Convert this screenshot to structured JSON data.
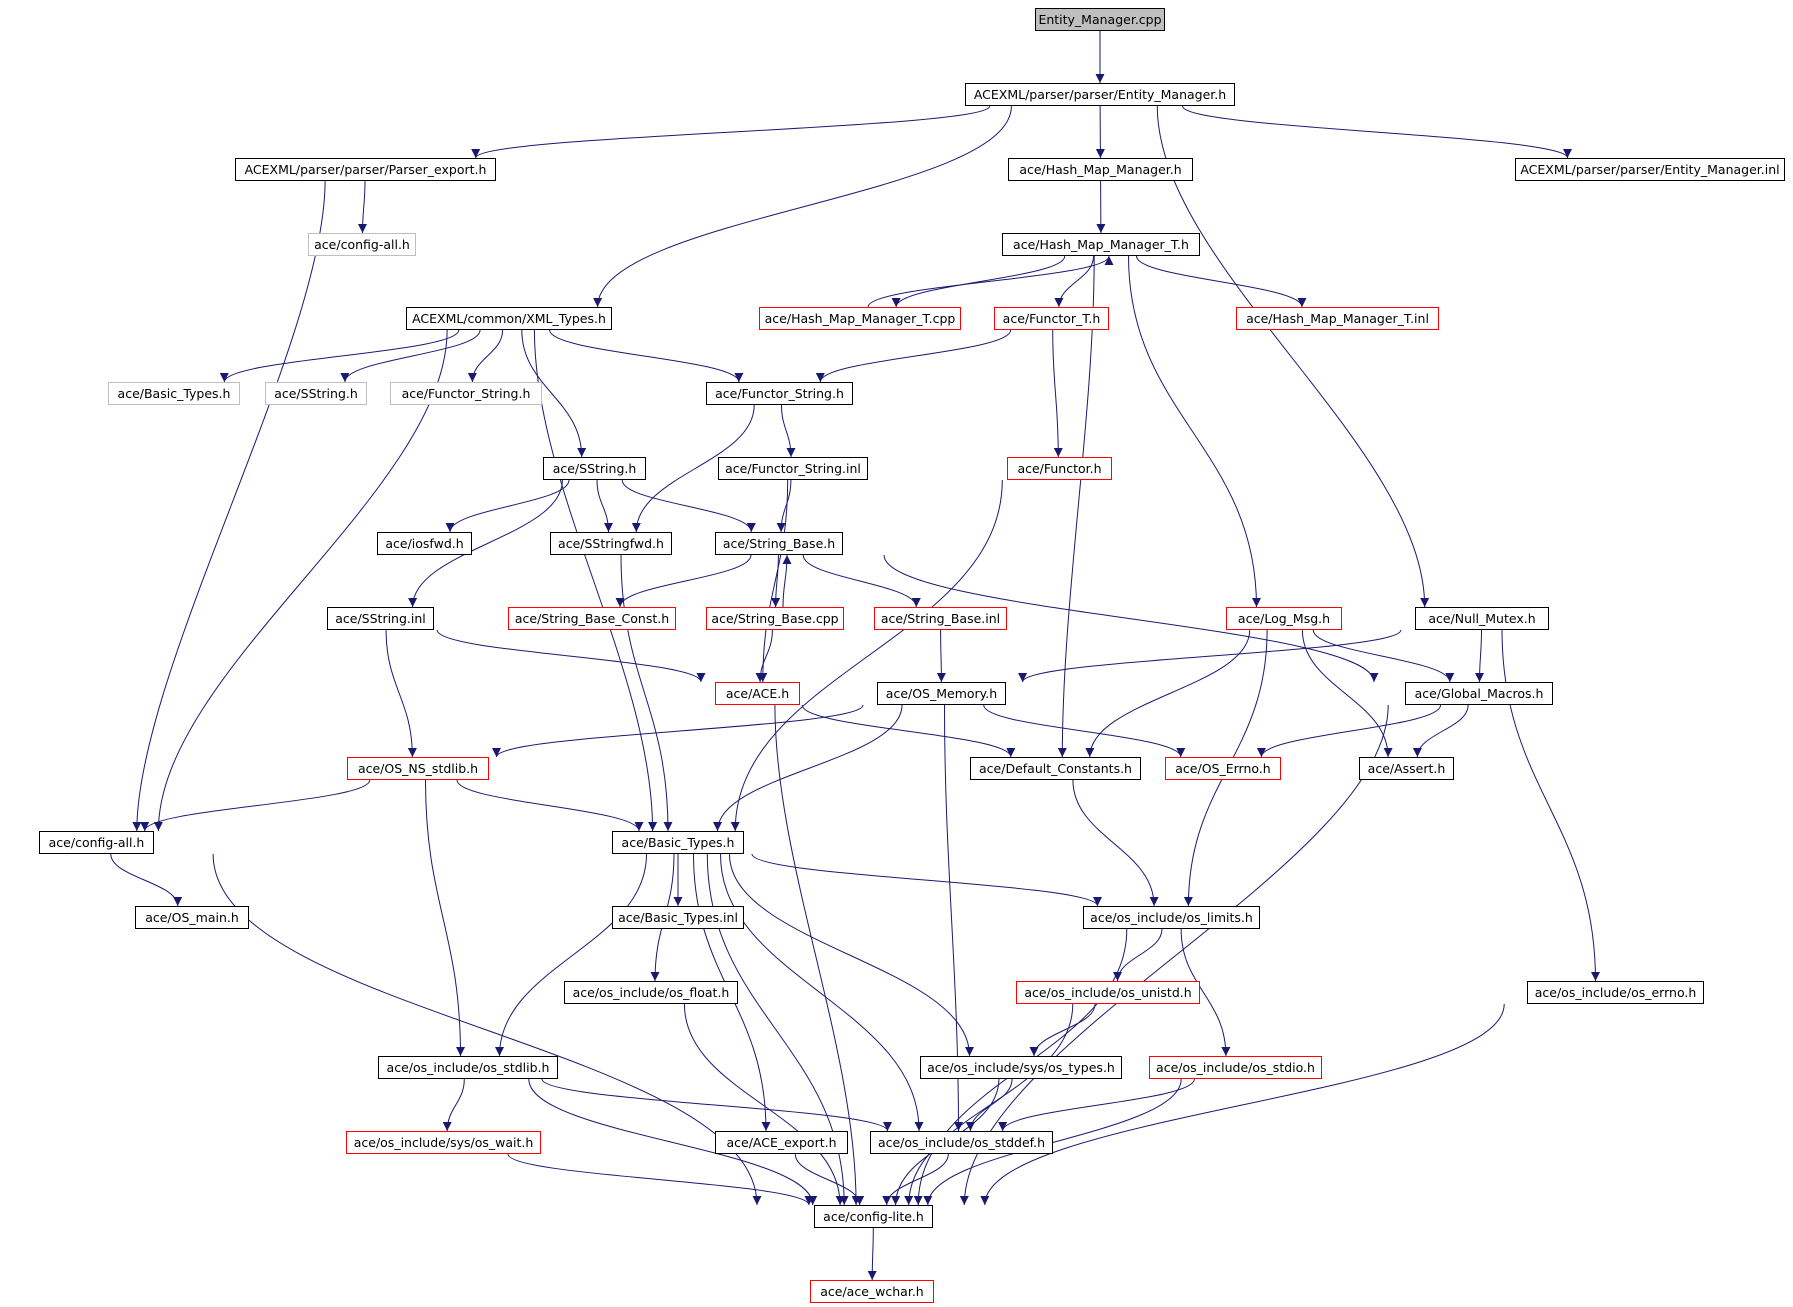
{
  "graph": {
    "nodes": [
      {
        "id": "entity_manager_cpp",
        "label": "Entity_Manager.cpp",
        "style": "root"
      },
      {
        "id": "entity_manager_h",
        "label": "ACEXML/parser/parser/Entity_Manager.h",
        "style": "normal"
      },
      {
        "id": "parser_export_h",
        "label": "ACEXML/parser/parser/Parser_export.h",
        "style": "normal"
      },
      {
        "id": "hash_map_manager_h",
        "label": "ace/Hash_Map_Manager.h",
        "style": "normal"
      },
      {
        "id": "entity_manager_inl",
        "label": "ACEXML/parser/parser/Entity_Manager.inl",
        "style": "normal"
      },
      {
        "id": "config_all_gray",
        "label": "ace/config-all.h",
        "style": "gray"
      },
      {
        "id": "hash_map_manager_t_h",
        "label": "ace/Hash_Map_Manager_T.h",
        "style": "normal"
      },
      {
        "id": "xml_types_h",
        "label": "ACEXML/common/XML_Types.h",
        "style": "normal"
      },
      {
        "id": "hash_map_manager_t_cpp",
        "label": "ace/Hash_Map_Manager_T.cpp",
        "style": "red"
      },
      {
        "id": "functor_t_h",
        "label": "ace/Functor_T.h",
        "style": "red"
      },
      {
        "id": "hash_map_manager_t_inl",
        "label": "ace/Hash_Map_Manager_T.inl",
        "style": "red"
      },
      {
        "id": "basic_types_gray",
        "label": "ace/Basic_Types.h",
        "style": "gray"
      },
      {
        "id": "sstring_gray",
        "label": "ace/SString.h",
        "style": "gray"
      },
      {
        "id": "functor_string_gray",
        "label": "ace/Functor_String.h",
        "style": "gray"
      },
      {
        "id": "functor_string_h",
        "label": "ace/Functor_String.h",
        "style": "normal"
      },
      {
        "id": "sstring_h",
        "label": "ace/SString.h",
        "style": "normal"
      },
      {
        "id": "functor_string_inl",
        "label": "ace/Functor_String.inl",
        "style": "normal"
      },
      {
        "id": "functor_h",
        "label": "ace/Functor.h",
        "style": "red"
      },
      {
        "id": "iosfwd_h",
        "label": "ace/iosfwd.h",
        "style": "normal"
      },
      {
        "id": "sstringfwd_h",
        "label": "ace/SStringfwd.h",
        "style": "normal"
      },
      {
        "id": "string_base_h",
        "label": "ace/String_Base.h",
        "style": "normal"
      },
      {
        "id": "sstring_inl",
        "label": "ace/SString.inl",
        "style": "normal"
      },
      {
        "id": "string_base_const_h",
        "label": "ace/String_Base_Const.h",
        "style": "red"
      },
      {
        "id": "string_base_cpp",
        "label": "ace/String_Base.cpp",
        "style": "red"
      },
      {
        "id": "string_base_inl",
        "label": "ace/String_Base.inl",
        "style": "red"
      },
      {
        "id": "log_msg_h",
        "label": "ace/Log_Msg.h",
        "style": "red"
      },
      {
        "id": "null_mutex_h",
        "label": "ace/Null_Mutex.h",
        "style": "normal"
      },
      {
        "id": "ace_h",
        "label": "ace/ACE.h",
        "style": "red"
      },
      {
        "id": "os_memory_h",
        "label": "ace/OS_Memory.h",
        "style": "normal"
      },
      {
        "id": "global_macros_h",
        "label": "ace/Global_Macros.h",
        "style": "normal"
      },
      {
        "id": "os_ns_stdlib_h",
        "label": "ace/OS_NS_stdlib.h",
        "style": "red"
      },
      {
        "id": "default_constants_h",
        "label": "ace/Default_Constants.h",
        "style": "normal"
      },
      {
        "id": "os_errno_h",
        "label": "ace/OS_Errno.h",
        "style": "red"
      },
      {
        "id": "assert_h",
        "label": "ace/Assert.h",
        "style": "normal"
      },
      {
        "id": "config_all_h",
        "label": "ace/config-all.h",
        "style": "normal"
      },
      {
        "id": "basic_types_h",
        "label": "ace/Basic_Types.h",
        "style": "normal"
      },
      {
        "id": "os_main_h",
        "label": "ace/OS_main.h",
        "style": "normal"
      },
      {
        "id": "basic_types_inl",
        "label": "ace/Basic_Types.inl",
        "style": "normal"
      },
      {
        "id": "os_limits_h",
        "label": "ace/os_include/os_limits.h",
        "style": "normal"
      },
      {
        "id": "os_float_h",
        "label": "ace/os_include/os_float.h",
        "style": "normal"
      },
      {
        "id": "os_unistd_h",
        "label": "ace/os_include/os_unistd.h",
        "style": "red"
      },
      {
        "id": "os_errno_inc_h",
        "label": "ace/os_include/os_errno.h",
        "style": "normal"
      },
      {
        "id": "os_stdlib_h",
        "label": "ace/os_include/os_stdlib.h",
        "style": "normal"
      },
      {
        "id": "os_types_h",
        "label": "ace/os_include/sys/os_types.h",
        "style": "normal"
      },
      {
        "id": "os_stdio_h",
        "label": "ace/os_include/os_stdio.h",
        "style": "red"
      },
      {
        "id": "os_wait_h",
        "label": "ace/os_include/sys/os_wait.h",
        "style": "red"
      },
      {
        "id": "ace_export_h",
        "label": "ace/ACE_export.h",
        "style": "normal"
      },
      {
        "id": "os_stddef_h",
        "label": "ace/os_include/os_stddef.h",
        "style": "normal"
      },
      {
        "id": "config_lite_h",
        "label": "ace/config-lite.h",
        "style": "normal"
      },
      {
        "id": "ace_wchar_h",
        "label": "ace/ace_wchar.h",
        "style": "red"
      }
    ],
    "edges": [
      [
        "entity_manager_cpp",
        "entity_manager_h"
      ],
      [
        "entity_manager_h",
        "parser_export_h"
      ],
      [
        "entity_manager_h",
        "hash_map_manager_h"
      ],
      [
        "entity_manager_h",
        "entity_manager_inl"
      ],
      [
        "entity_manager_h",
        "xml_types_h"
      ],
      [
        "entity_manager_h",
        "null_mutex_h"
      ],
      [
        "parser_export_h",
        "config_all_gray"
      ],
      [
        "parser_export_h",
        "config_all_h"
      ],
      [
        "hash_map_manager_h",
        "hash_map_manager_t_h"
      ],
      [
        "hash_map_manager_t_h",
        "hash_map_manager_t_cpp"
      ],
      [
        "hash_map_manager_t_cpp",
        "hash_map_manager_t_h"
      ],
      [
        "hash_map_manager_t_h",
        "functor_t_h"
      ],
      [
        "hash_map_manager_t_h",
        "hash_map_manager_t_inl"
      ],
      [
        "hash_map_manager_t_h",
        "default_constants_h"
      ],
      [
        "hash_map_manager_t_h",
        "log_msg_h"
      ],
      [
        "xml_types_h",
        "basic_types_gray"
      ],
      [
        "xml_types_h",
        "sstring_gray"
      ],
      [
        "xml_types_h",
        "functor_string_gray"
      ],
      [
        "xml_types_h",
        "functor_string_h"
      ],
      [
        "xml_types_h",
        "sstring_h"
      ],
      [
        "xml_types_h",
        "config_all_h"
      ],
      [
        "xml_types_h",
        "basic_types_h"
      ],
      [
        "functor_t_h",
        "functor_string_h"
      ],
      [
        "functor_t_h",
        "functor_h"
      ],
      [
        "functor_string_h",
        "functor_string_inl"
      ],
      [
        "functor_string_h",
        "sstringfwd_h"
      ],
      [
        "functor_string_inl",
        "string_base_h"
      ],
      [
        "functor_string_inl",
        "ace_h"
      ],
      [
        "functor_h",
        "basic_types_h"
      ],
      [
        "sstring_h",
        "iosfwd_h"
      ],
      [
        "sstring_h",
        "sstringfwd_h"
      ],
      [
        "sstring_h",
        "string_base_h"
      ],
      [
        "sstring_h",
        "sstring_inl"
      ],
      [
        "sstringfwd_h",
        "basic_types_h"
      ],
      [
        "string_base_h",
        "string_base_const_h"
      ],
      [
        "string_base_h",
        "string_base_cpp"
      ],
      [
        "string_base_cpp",
        "string_base_h"
      ],
      [
        "string_base_h",
        "string_base_inl"
      ],
      [
        "string_base_h",
        "global_macros_h"
      ],
      [
        "string_base_cpp",
        "ace_h"
      ],
      [
        "string_base_inl",
        "os_memory_h"
      ],
      [
        "sstring_inl",
        "ace_h"
      ],
      [
        "sstring_inl",
        "os_ns_stdlib_h"
      ],
      [
        "log_msg_h",
        "global_macros_h"
      ],
      [
        "log_msg_h",
        "default_constants_h"
      ],
      [
        "log_msg_h",
        "assert_h"
      ],
      [
        "log_msg_h",
        "os_limits_h"
      ],
      [
        "null_mutex_h",
        "global_macros_h"
      ],
      [
        "null_mutex_h",
        "os_memory_h"
      ],
      [
        "null_mutex_h",
        "os_errno_inc_h"
      ],
      [
        "ace_h",
        "default_constants_h"
      ],
      [
        "ace_h",
        "config_lite_h"
      ],
      [
        "os_memory_h",
        "os_ns_stdlib_h"
      ],
      [
        "os_memory_h",
        "os_errno_h"
      ],
      [
        "os_memory_h",
        "basic_types_h"
      ],
      [
        "os_memory_h",
        "os_stddef_h"
      ],
      [
        "global_macros_h",
        "os_errno_h"
      ],
      [
        "global_macros_h",
        "assert_h"
      ],
      [
        "global_macros_h",
        "config_lite_h"
      ],
      [
        "os_ns_stdlib_h",
        "config_all_h"
      ],
      [
        "os_ns_stdlib_h",
        "basic_types_h"
      ],
      [
        "os_ns_stdlib_h",
        "os_stdlib_h"
      ],
      [
        "default_constants_h",
        "os_limits_h"
      ],
      [
        "config_all_h",
        "os_main_h"
      ],
      [
        "config_all_h",
        "config_lite_h"
      ],
      [
        "basic_types_h",
        "basic_types_inl"
      ],
      [
        "basic_types_h",
        "os_limits_h"
      ],
      [
        "basic_types_h",
        "os_float_h"
      ],
      [
        "basic_types_h",
        "os_stdlib_h"
      ],
      [
        "basic_types_h",
        "os_types_h"
      ],
      [
        "basic_types_h",
        "ace_export_h"
      ],
      [
        "basic_types_h",
        "os_stddef_h"
      ],
      [
        "basic_types_h",
        "config_lite_h"
      ],
      [
        "os_limits_h",
        "os_unistd_h"
      ],
      [
        "os_limits_h",
        "os_stdio_h"
      ],
      [
        "os_limits_h",
        "config_lite_h"
      ],
      [
        "os_float_h",
        "config_lite_h"
      ],
      [
        "os_unistd_h",
        "os_types_h"
      ],
      [
        "os_unistd_h",
        "config_lite_h"
      ],
      [
        "os_errno_inc_h",
        "config_lite_h"
      ],
      [
        "os_stdlib_h",
        "os_wait_h"
      ],
      [
        "os_stdlib_h",
        "os_stddef_h"
      ],
      [
        "os_stdlib_h",
        "config_lite_h"
      ],
      [
        "os_types_h",
        "os_stddef_h"
      ],
      [
        "os_types_h",
        "config_lite_h"
      ],
      [
        "os_stdio_h",
        "os_stddef_h"
      ],
      [
        "os_stdio_h",
        "config_lite_h"
      ],
      [
        "os_wait_h",
        "config_lite_h"
      ],
      [
        "ace_export_h",
        "config_lite_h"
      ],
      [
        "os_stddef_h",
        "config_lite_h"
      ],
      [
        "config_lite_h",
        "ace_wchar_h"
      ]
    ]
  },
  "colors": {
    "edge": "#191970",
    "root_fill": "#bfbfbf",
    "normal_border": "#000000",
    "red_border": "#ff0000",
    "gray_border": "#bfbfbf"
  }
}
